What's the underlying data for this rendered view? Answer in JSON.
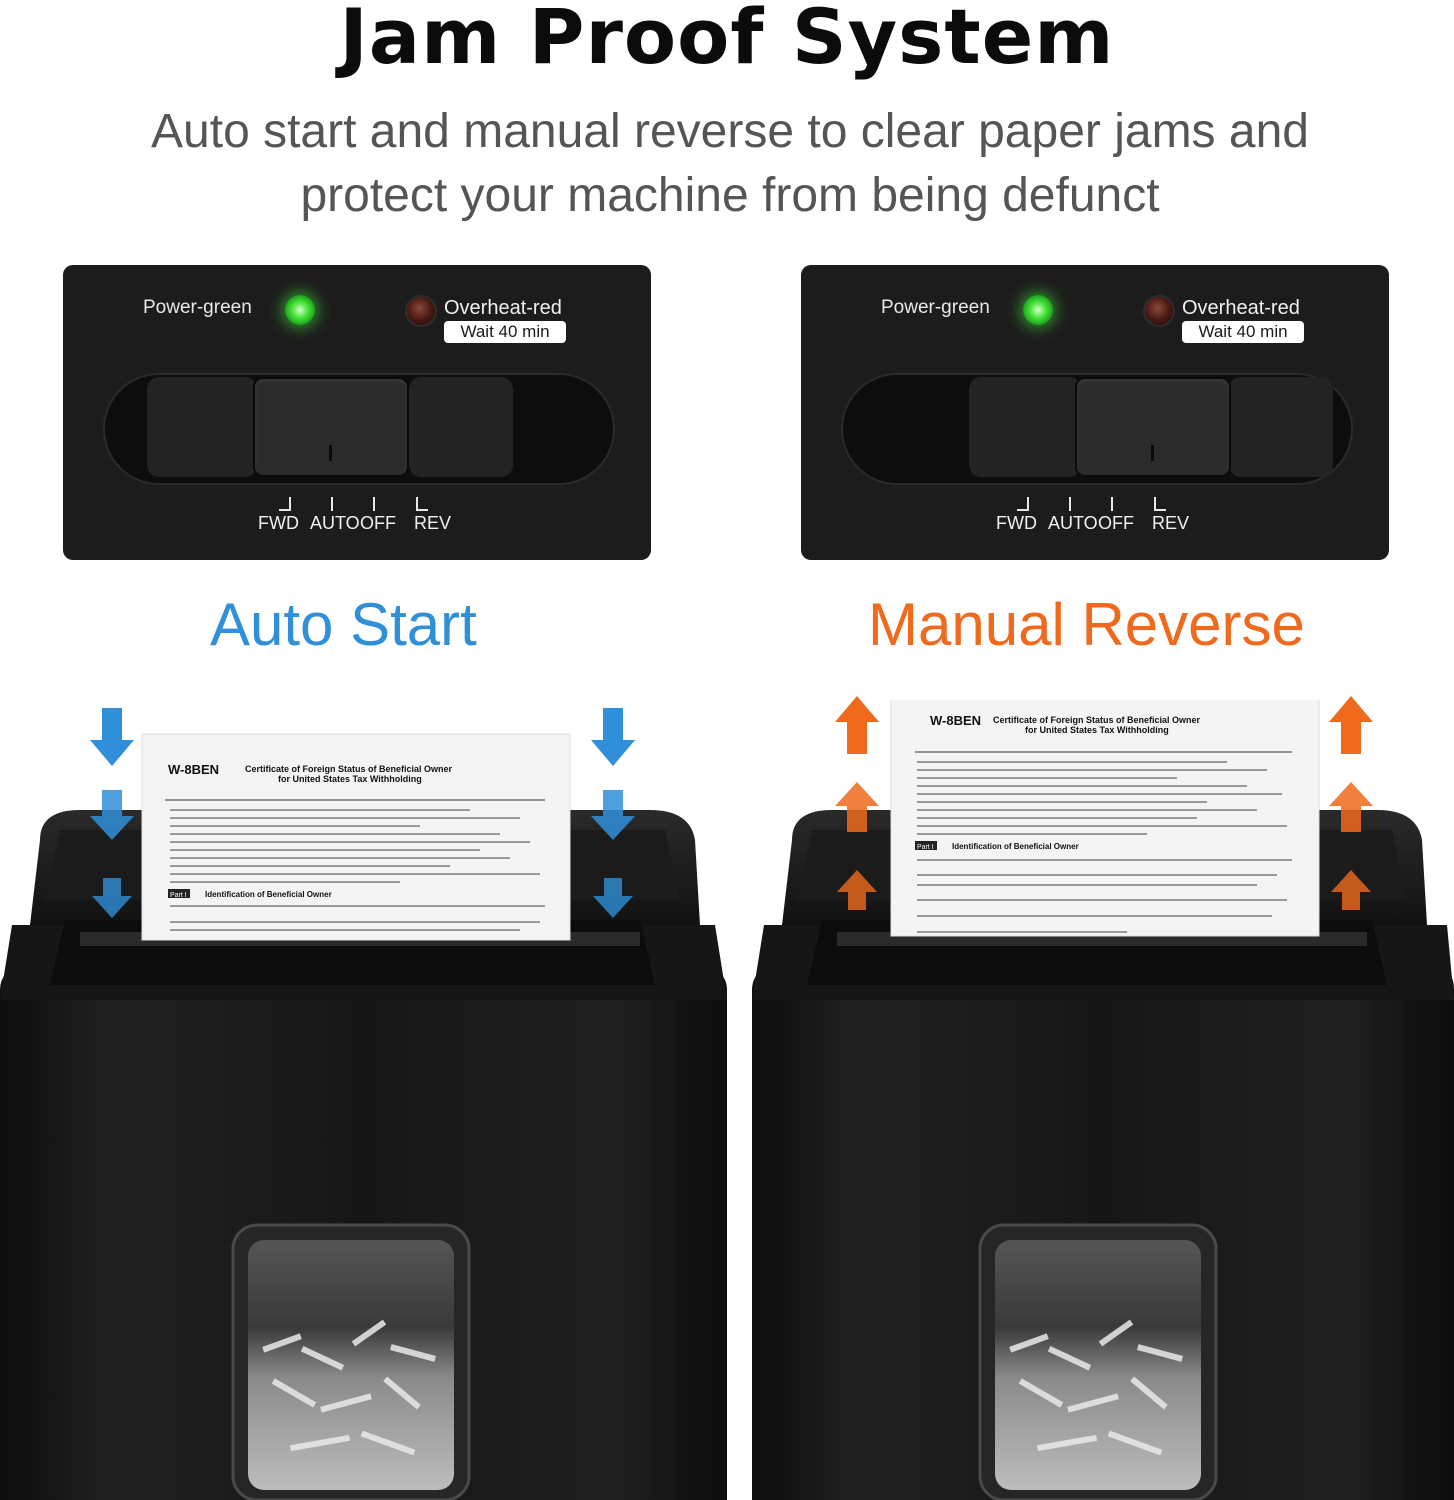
{
  "header": {
    "title": "Jam Proof System",
    "subtitle_line1": "Auto start and manual reverse to clear paper jams and",
    "subtitle_line2": "protect your machine from being defunct"
  },
  "panels": [
    {
      "power_label": "Power-green",
      "overheat_label": "Overheat-red",
      "overheat_note": "Wait 40 min",
      "modes": [
        "FWD",
        "AUTO",
        "OFF",
        "REV"
      ]
    },
    {
      "power_label": "Power-green",
      "overheat_label": "Overheat-red",
      "overheat_note": "Wait 40 min",
      "modes": [
        "FWD",
        "AUTO",
        "OFF",
        "REV"
      ]
    }
  ],
  "sections": {
    "auto_start": "Auto Start",
    "manual_reverse": "Manual Reverse"
  },
  "form": {
    "form_id": "W-8BEN",
    "title_line1": "Certificate of Foreign Status of Beneficial Owner",
    "title_line2": "for United States Tax Withholding",
    "part_label": "Part I",
    "part_title": "Identification of Beneficial Owner"
  },
  "colors": {
    "auto_blue": "#2f8fd8",
    "manual_orange": "#ef6a1c",
    "led_green": "#4fe63f",
    "panel_black": "#1c1c1c"
  }
}
